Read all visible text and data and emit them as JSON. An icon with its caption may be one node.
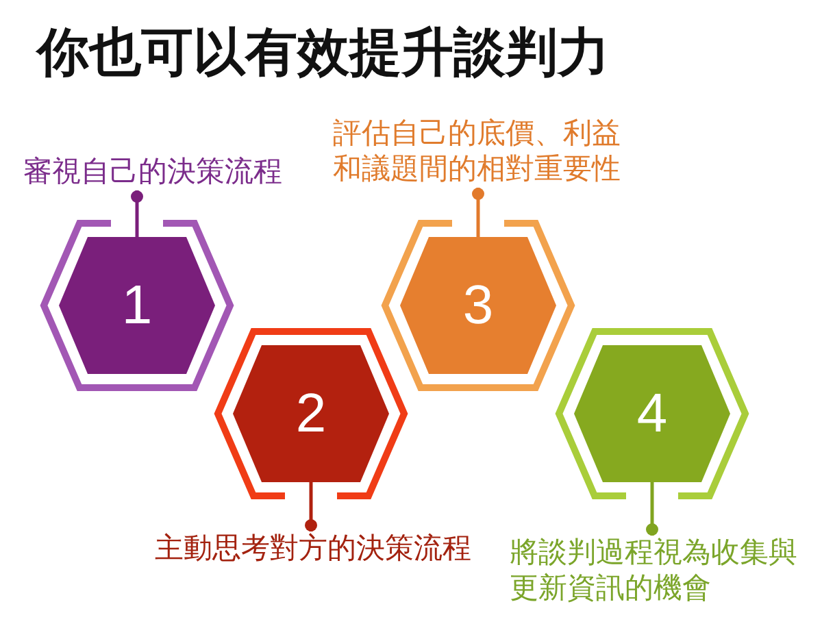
{
  "diagram": {
    "title": "你也可以有效提升談判力",
    "nodes": [
      {
        "text": [
          "審視自己的決策流程"
        ]
      },
      {
        "text": [
          "1"
        ]
      },
      {
        "text": [
          "2"
        ]
      },
      {
        "text": [
          "主動思考對方的決策流程"
        ]
      },
      {
        "text": [
          "評估自己的底價、利益和議題間的相對重要性"
        ]
      },
      {
        "text": [
          "3"
        ]
      },
      {
        "text": [
          "4"
        ]
      },
      {
        "text": [
          "將談判過程視為收集與更新資訊的機會"
        ]
      }
    ],
    "edges": [
      {
        "from": 0,
        "to": 1,
        "arrow": "other",
        "color": "#7a1f7b"
      },
      {
        "from": 3,
        "to": 2,
        "arrow": "other",
        "color": "#b0210f"
      },
      {
        "from": 4,
        "to": 5,
        "arrow": "other",
        "color": "#e27a2c"
      },
      {
        "from": 7,
        "to": 6,
        "arrow": "other",
        "color": "#80a420"
      }
    ]
  }
}
